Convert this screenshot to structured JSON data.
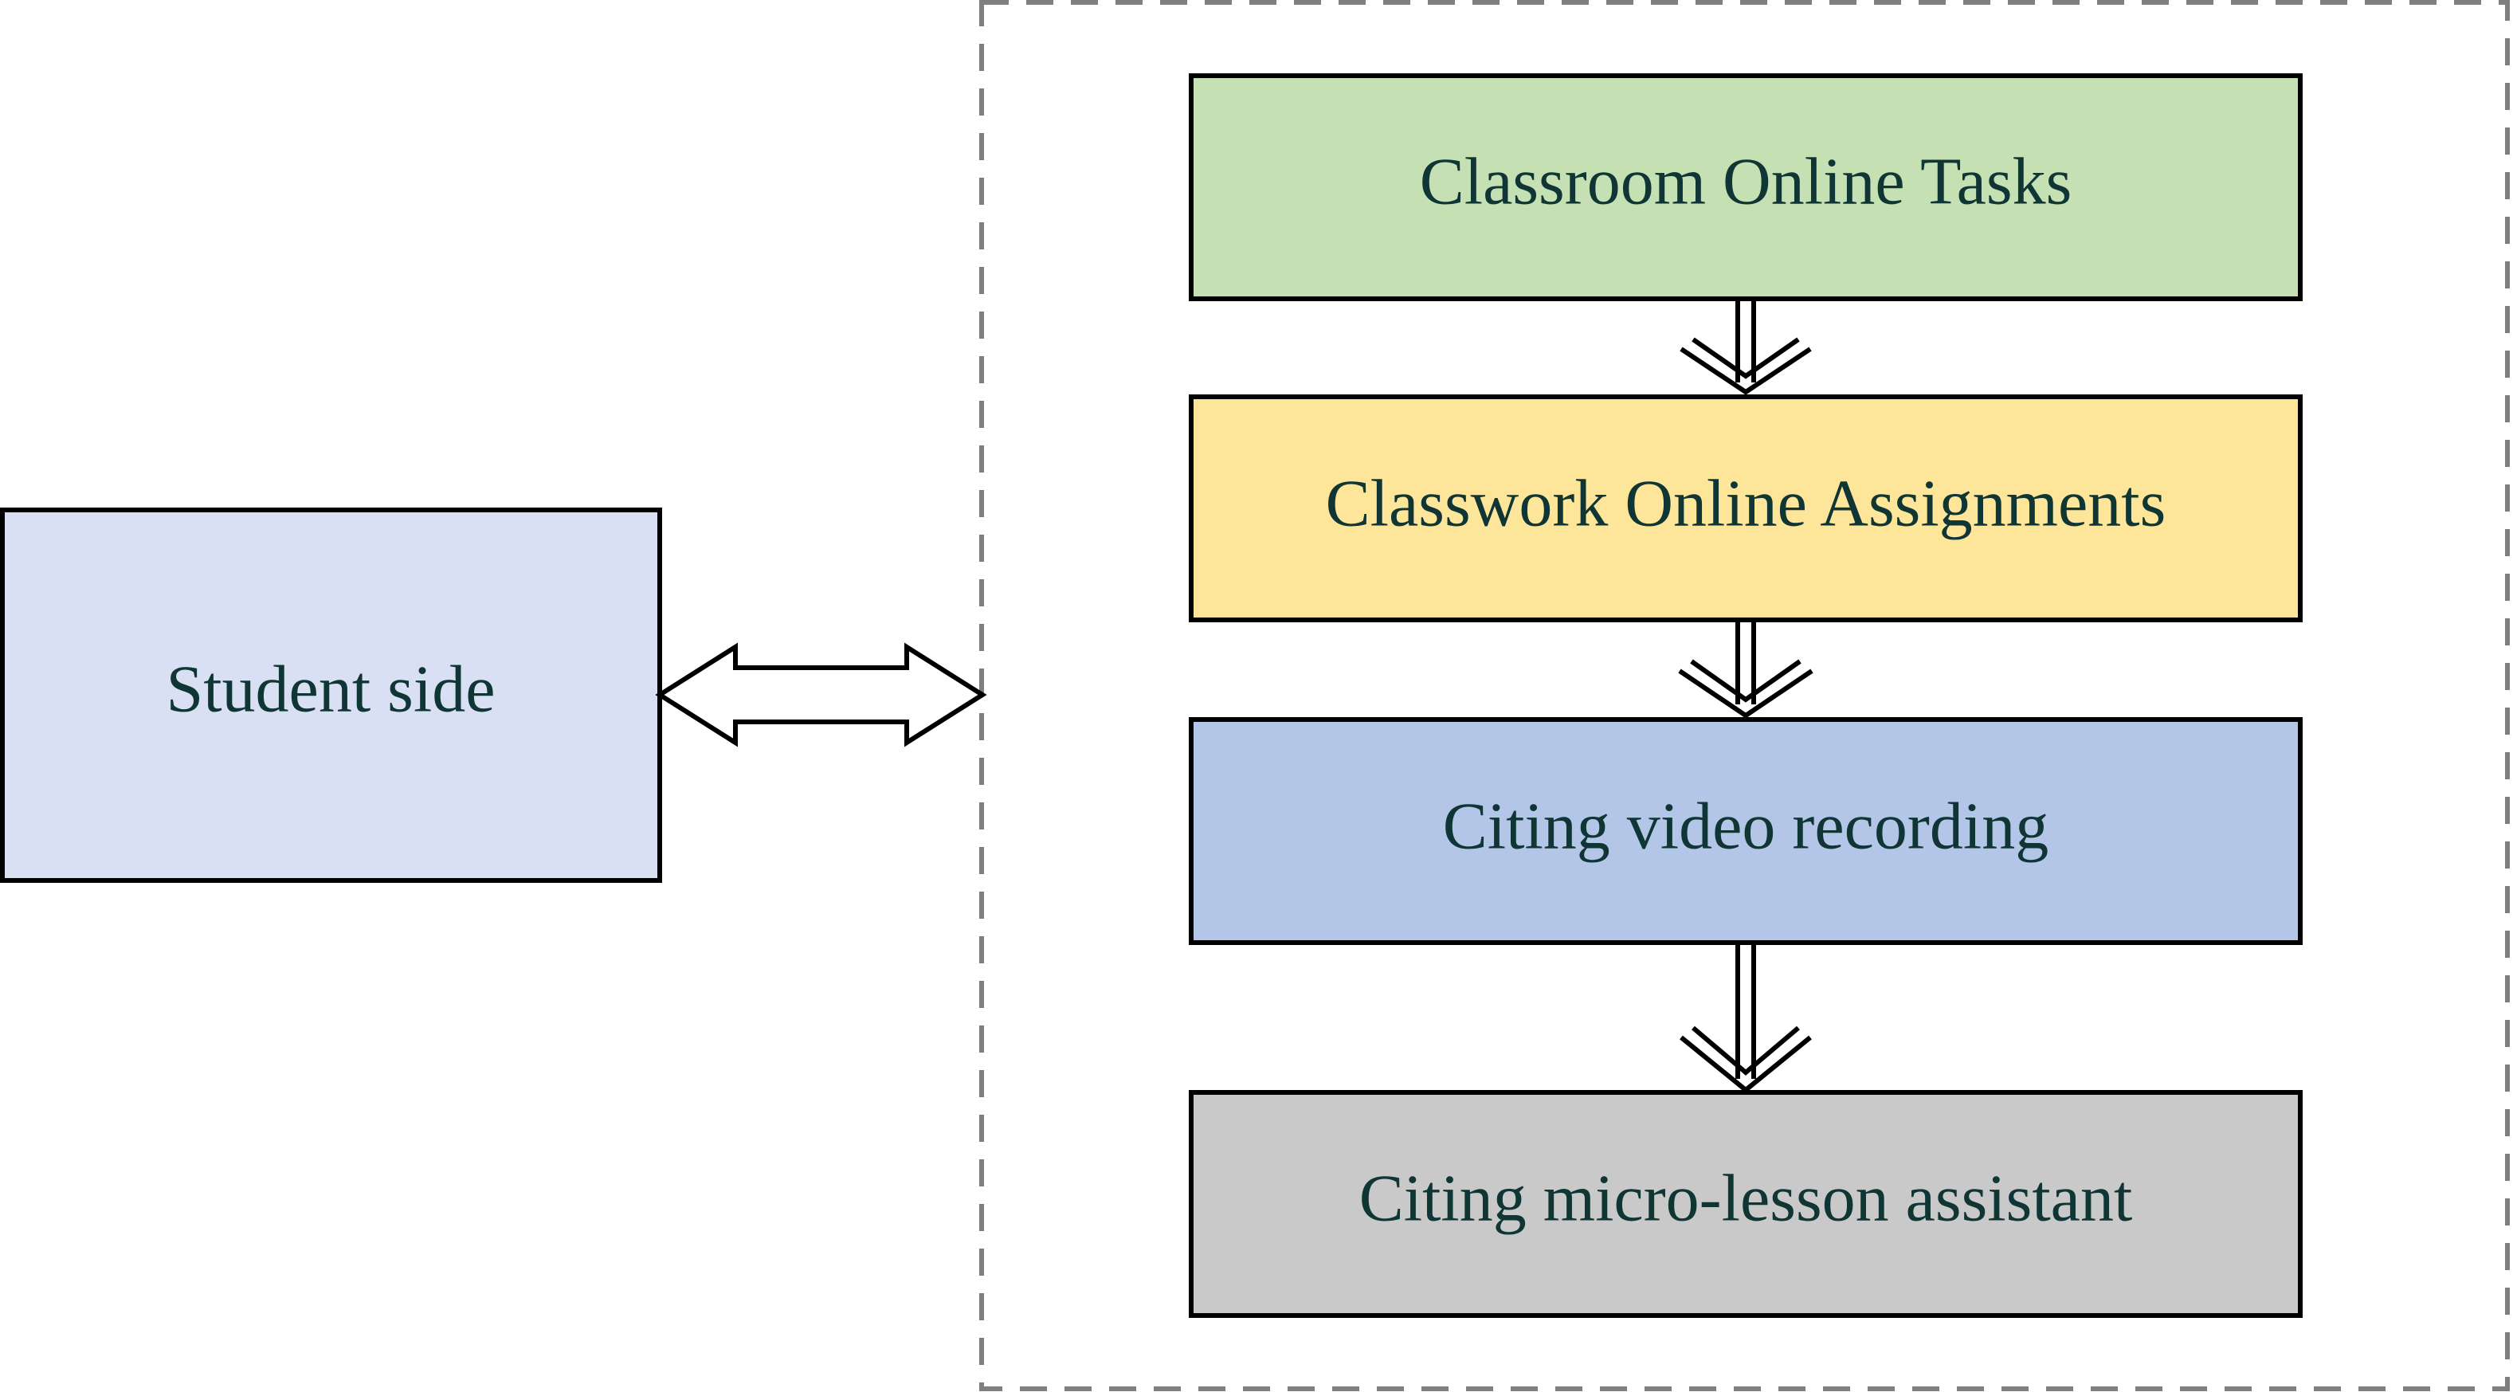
{
  "diagram": {
    "student_label": "Student side",
    "steps": [
      {
        "label": "Classroom Online Tasks",
        "color": "#c5e0b3"
      },
      {
        "label": "Classwork Online Assignments",
        "color": "#fde599"
      },
      {
        "label": "Citing video recording",
        "color": "#b4c6e7"
      },
      {
        "label": "Citing micro-lesson assistant",
        "color": "#c9c9c9"
      }
    ],
    "student_color": "#dae0f3",
    "stroke_color": "#000000",
    "dashed_border_color": "#7f7f7f",
    "text_color": "#0f3535"
  }
}
